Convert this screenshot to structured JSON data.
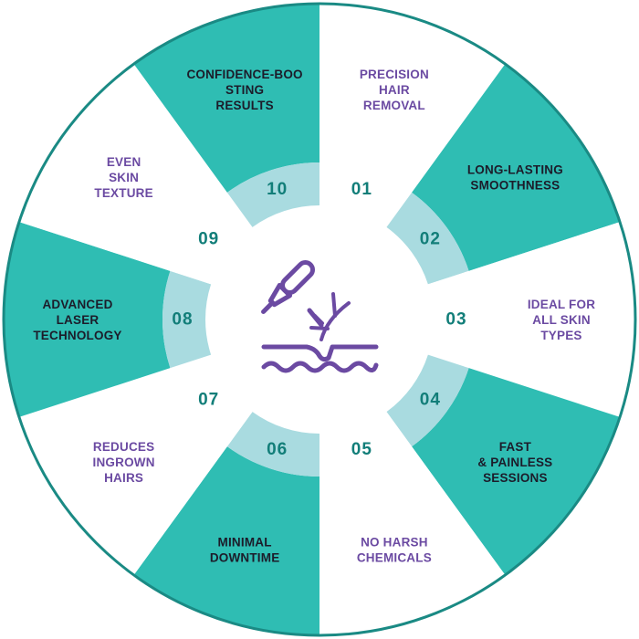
{
  "colors": {
    "teal": "#2fbdb3",
    "light_teal": "#a9dbe0",
    "white": "#ffffff",
    "border": "#1a8a84",
    "number_text": "#127e79",
    "dark_text": "#1c1c2a",
    "purple_text": "#6b4aa2",
    "icon": "#6b4aa2"
  },
  "center_icon": "laser-hair-removal-icon",
  "segments": [
    {
      "number": "01",
      "lines": [
        "PRECISION",
        "HAIR",
        "REMOVAL"
      ],
      "style": "white"
    },
    {
      "number": "02",
      "lines": [
        "LONG-LASTING",
        "SMOOTHNESS"
      ],
      "style": "teal"
    },
    {
      "number": "03",
      "lines": [
        "IDEAL FOR",
        "ALL SKIN",
        "TYPES"
      ],
      "style": "white"
    },
    {
      "number": "04",
      "lines": [
        "FAST",
        "& PAINLESS",
        "SESSIONS"
      ],
      "style": "teal"
    },
    {
      "number": "05",
      "lines": [
        "NO HARSH",
        "CHEMICALS"
      ],
      "style": "white"
    },
    {
      "number": "06",
      "lines": [
        "MINIMAL",
        "DOWNTIME"
      ],
      "style": "teal"
    },
    {
      "number": "07",
      "lines": [
        "REDUCES",
        "INGROWN",
        "HAIRS"
      ],
      "style": "white"
    },
    {
      "number": "08",
      "lines": [
        "ADVANCED",
        "LASER",
        "TECHNOLOGY"
      ],
      "style": "teal"
    },
    {
      "number": "09",
      "lines": [
        "EVEN",
        "SKIN",
        "TEXTURE"
      ],
      "style": "white"
    },
    {
      "number": "10",
      "lines": [
        "CONFIDENCE-BOO",
        "STING",
        "RESULTS"
      ],
      "style": "teal"
    }
  ]
}
